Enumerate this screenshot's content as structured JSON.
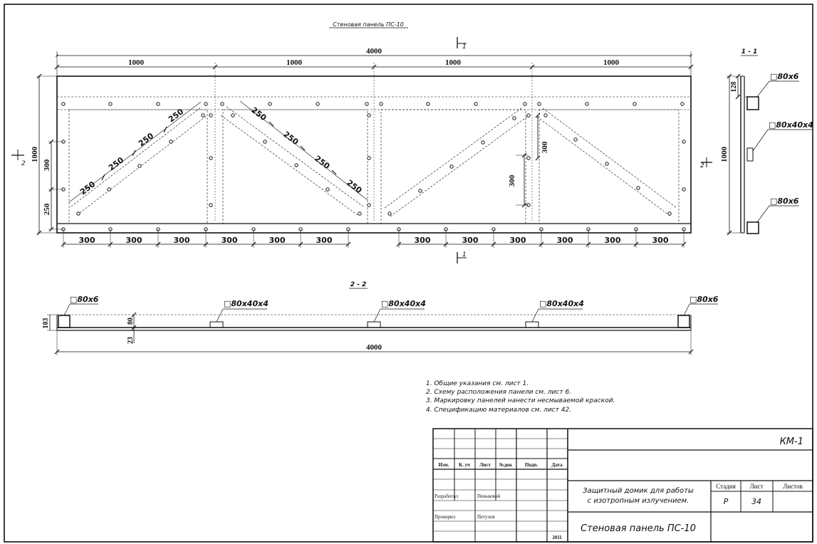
{
  "drawing": {
    "title": "Стеновая панель ПС-10",
    "section_1_label": "1 - 1",
    "section_2_label": "2 - 2",
    "cut_mark_1": "1",
    "cut_mark_2": "2"
  },
  "dims": {
    "total_length": "4000",
    "module": "1000",
    "height": "1000",
    "step300": "300",
    "step250": "250",
    "sec_top": "128",
    "sec2_h": "103",
    "sec2_80": "80",
    "sec2_23": "23"
  },
  "profiles": {
    "angle": "□80x6",
    "channel": "□80x40x4"
  },
  "notes": [
    "1. Общие указания см. лист 1.",
    "2. Схему расположения панели см. лист 6.",
    "3. Маркировку панелей нанести несмываемой краской.",
    "4. Спецификацию материалов см. лист 42."
  ],
  "title_block": {
    "code": "КМ-1",
    "col_headers": [
      "Изм.",
      "К. уч",
      "Лист",
      "№док",
      "Подп.",
      "Дата"
    ],
    "developed_label": "Разработал",
    "developed_name": "Пеньковой",
    "checked_label": "Проверил",
    "checked_name": "Петухов",
    "year": "2011",
    "project_line1": "Защитный домик для работы",
    "project_line2": "с изотропным излучением.",
    "stage_header": "Стадия",
    "sheet_header": "Лист",
    "sheets_header": "Листов",
    "stage_value": "Р",
    "sheet_value": "34",
    "drawing_name": "Стеновая панель ПС-10"
  }
}
